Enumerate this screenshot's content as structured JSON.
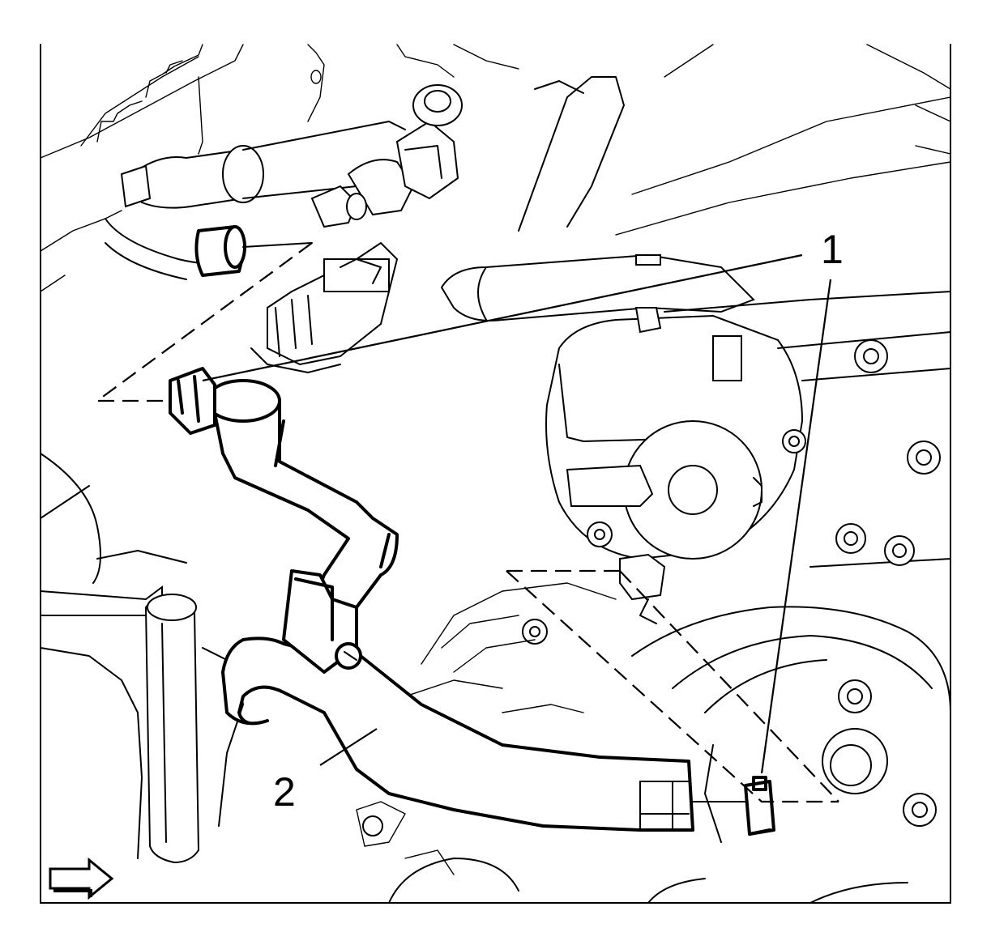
{
  "diagram": {
    "callouts": [
      {
        "id": "1",
        "label": "1"
      },
      {
        "id": "2",
        "label": "2"
      }
    ],
    "orientation_arrow": "right-arrow-icon"
  }
}
